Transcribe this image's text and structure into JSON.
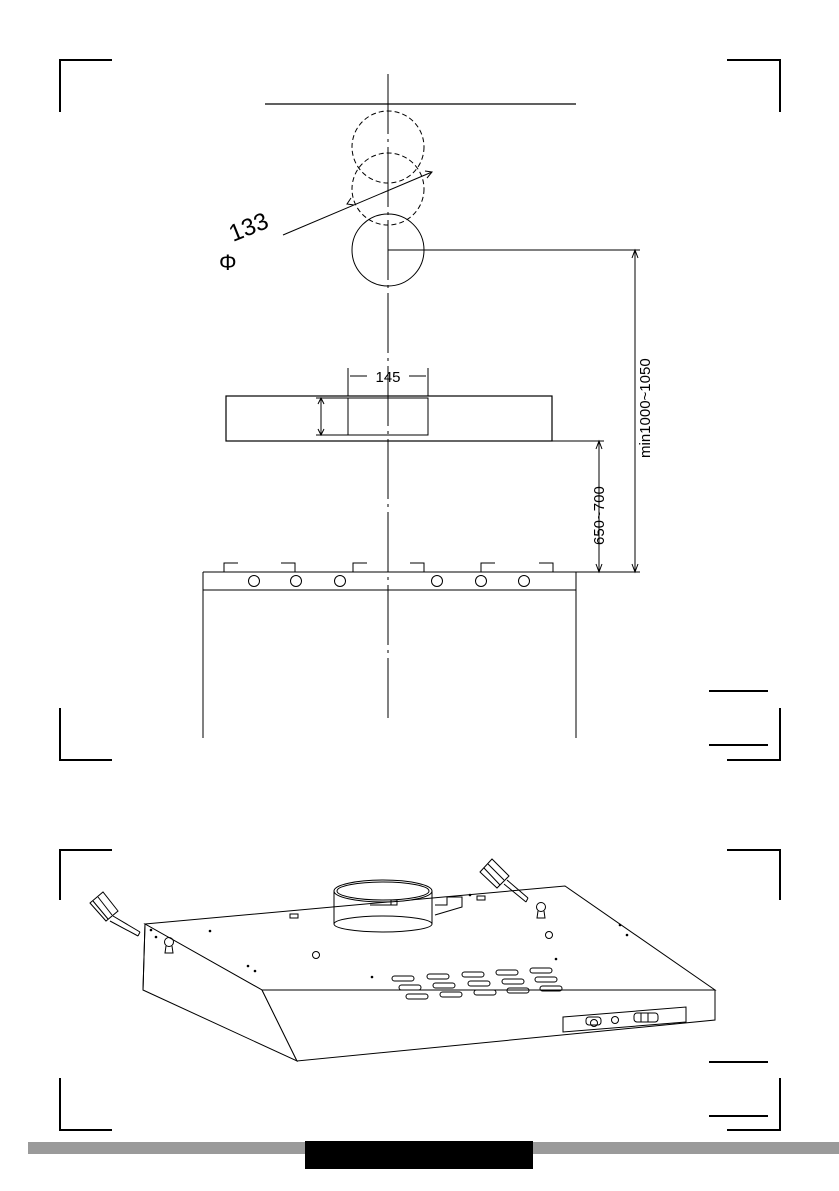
{
  "diagram": {
    "dimensions": {
      "diameter_symbol": "Φ",
      "diameter_value": "133",
      "duct_width": "145",
      "range_total": "min1000~1050",
      "range_cooktop": "650~700"
    },
    "colors": {
      "line": "#000000",
      "footer_bar": "#9a9a9a",
      "footer_block": "#000000"
    }
  }
}
